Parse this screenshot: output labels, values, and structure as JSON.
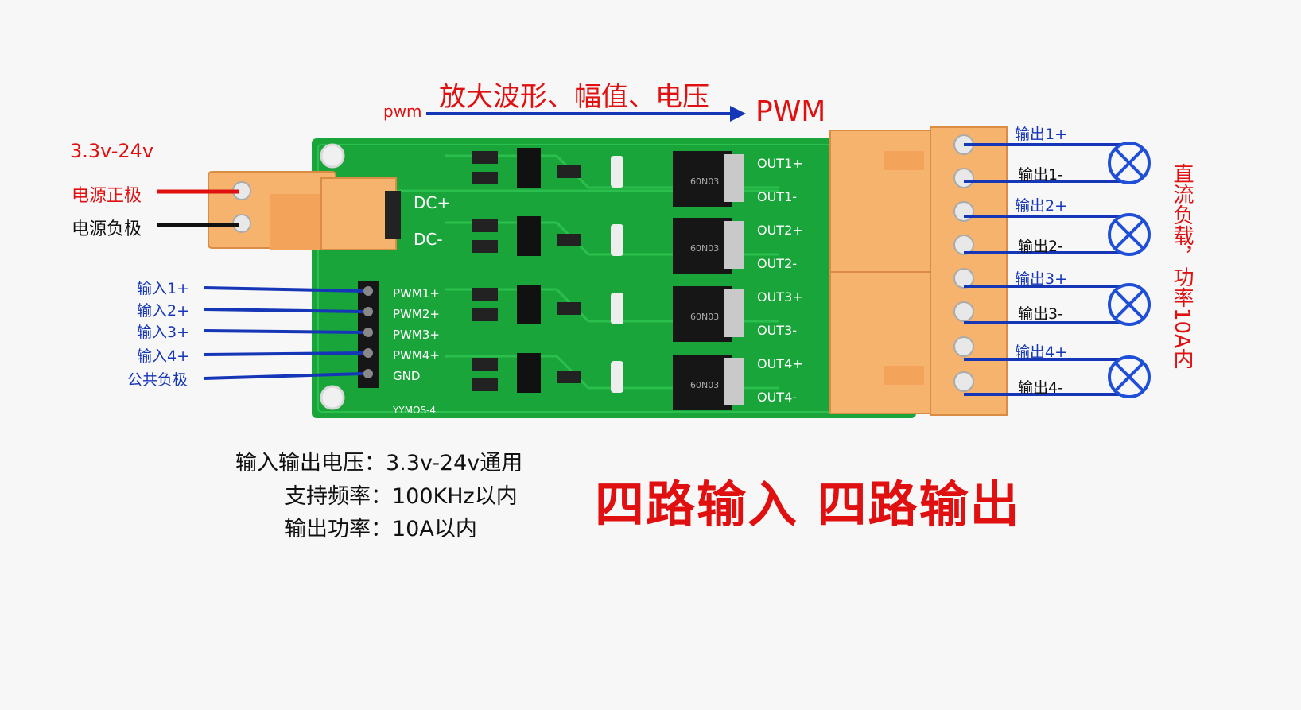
{
  "labels": {
    "amplify_title": "放大波形、幅值、电压",
    "pwm_in": "pwm",
    "pwm_out": "PWM",
    "voltage_range": "3.3v-24v",
    "power_pos": "电源正极",
    "power_neg": "电源负极",
    "dc_load_power": "直流负载，功率10A内",
    "inputs": [
      "输入1+",
      "输入2+",
      "输入3+",
      "输入4+",
      "公共负极"
    ],
    "outputs": [
      "输出1+",
      "输出1-",
      "输出2+",
      "输出2-",
      "输出3+",
      "输出3-",
      "输出4+",
      "输出4-"
    ],
    "specs": [
      "输入输出电压：3.3v-24v通用",
      "支持频率：100KHz以内",
      "输出功率：10A以内"
    ],
    "headline": "四路输入 四路输出"
  },
  "board": {
    "model": "YYMOS-4",
    "dc_pins": [
      "DC+",
      "DC-"
    ],
    "pwm_pins": [
      "PWM1+",
      "PWM2+",
      "PWM3+",
      "PWM4+",
      "GND"
    ],
    "out_pins": [
      "OUT1+",
      "OUT1-",
      "OUT2+",
      "OUT2-",
      "OUT3+",
      "OUT3-",
      "OUT4+",
      "OUT4-"
    ],
    "mosfet_marks": [
      "60N03",
      "60N03",
      "60N03",
      "60N03"
    ]
  },
  "colors": {
    "board_green": "#1aa53a",
    "trace_green": "#2bc04e",
    "terminal_orange": "#f6b36e",
    "arrow_blue": "#1636b8",
    "label_red": "#e01010",
    "lamp_blue": "#1f4fd6"
  }
}
